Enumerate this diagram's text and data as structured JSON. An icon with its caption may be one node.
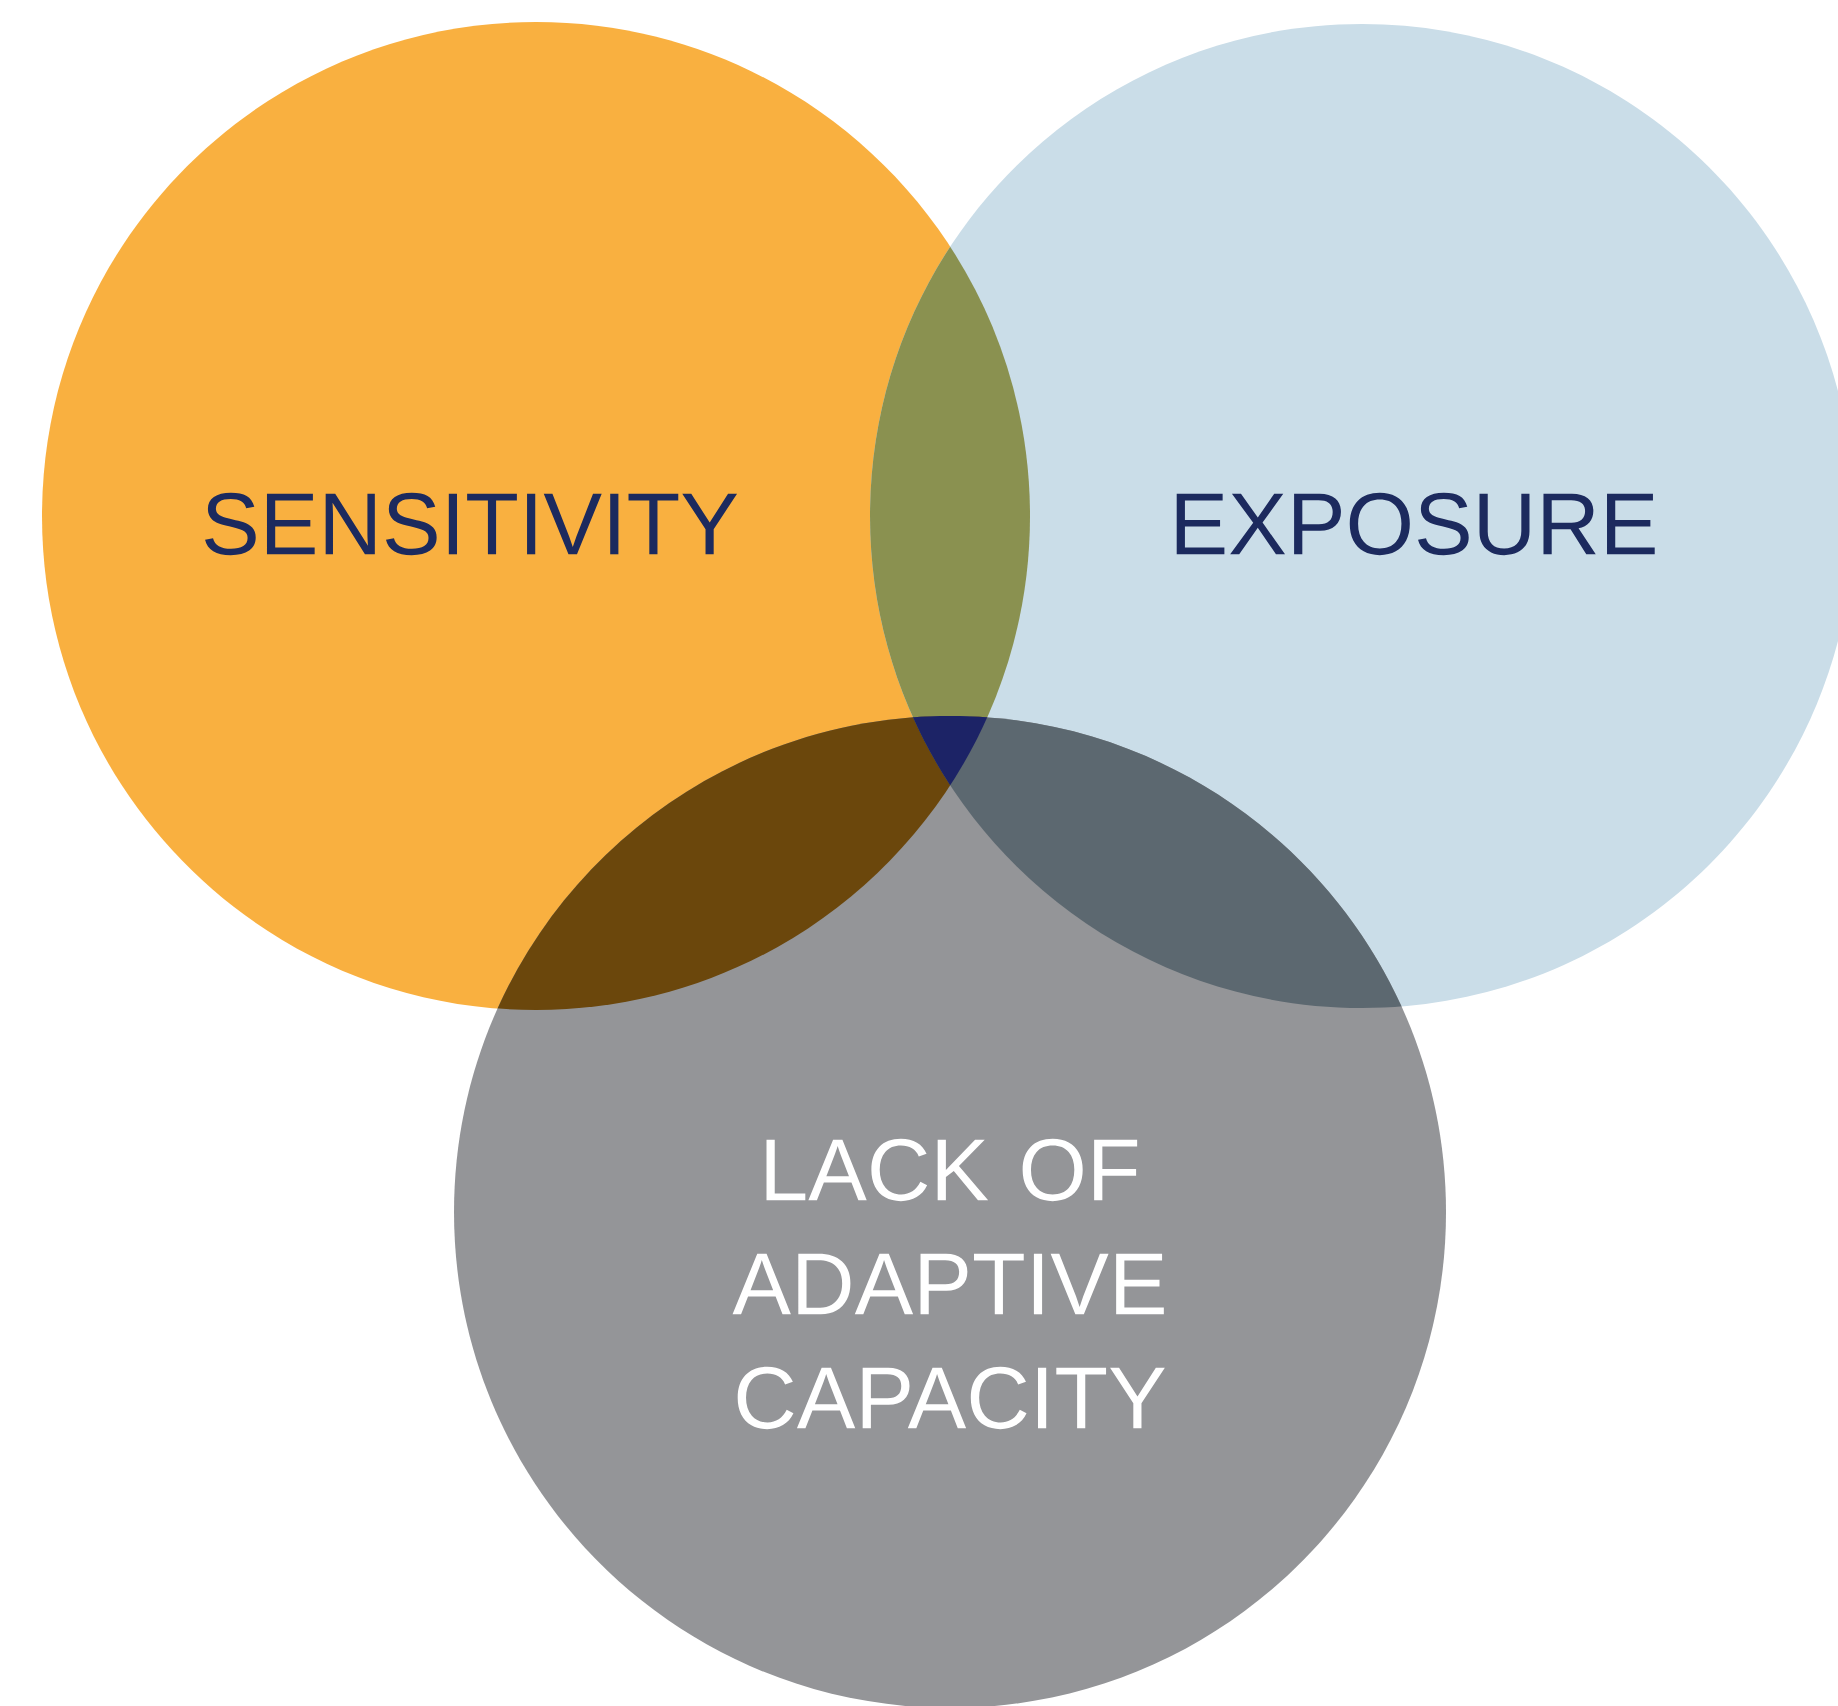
{
  "diagram": {
    "nodes": [
      {
        "text": [
          "SENSITIVITY"
        ]
      },
      {
        "text": [
          "EXPOSURE"
        ]
      },
      {
        "text": [
          "LACK OF ADAPTIVE CAPACITY"
        ]
      }
    ]
  }
}
